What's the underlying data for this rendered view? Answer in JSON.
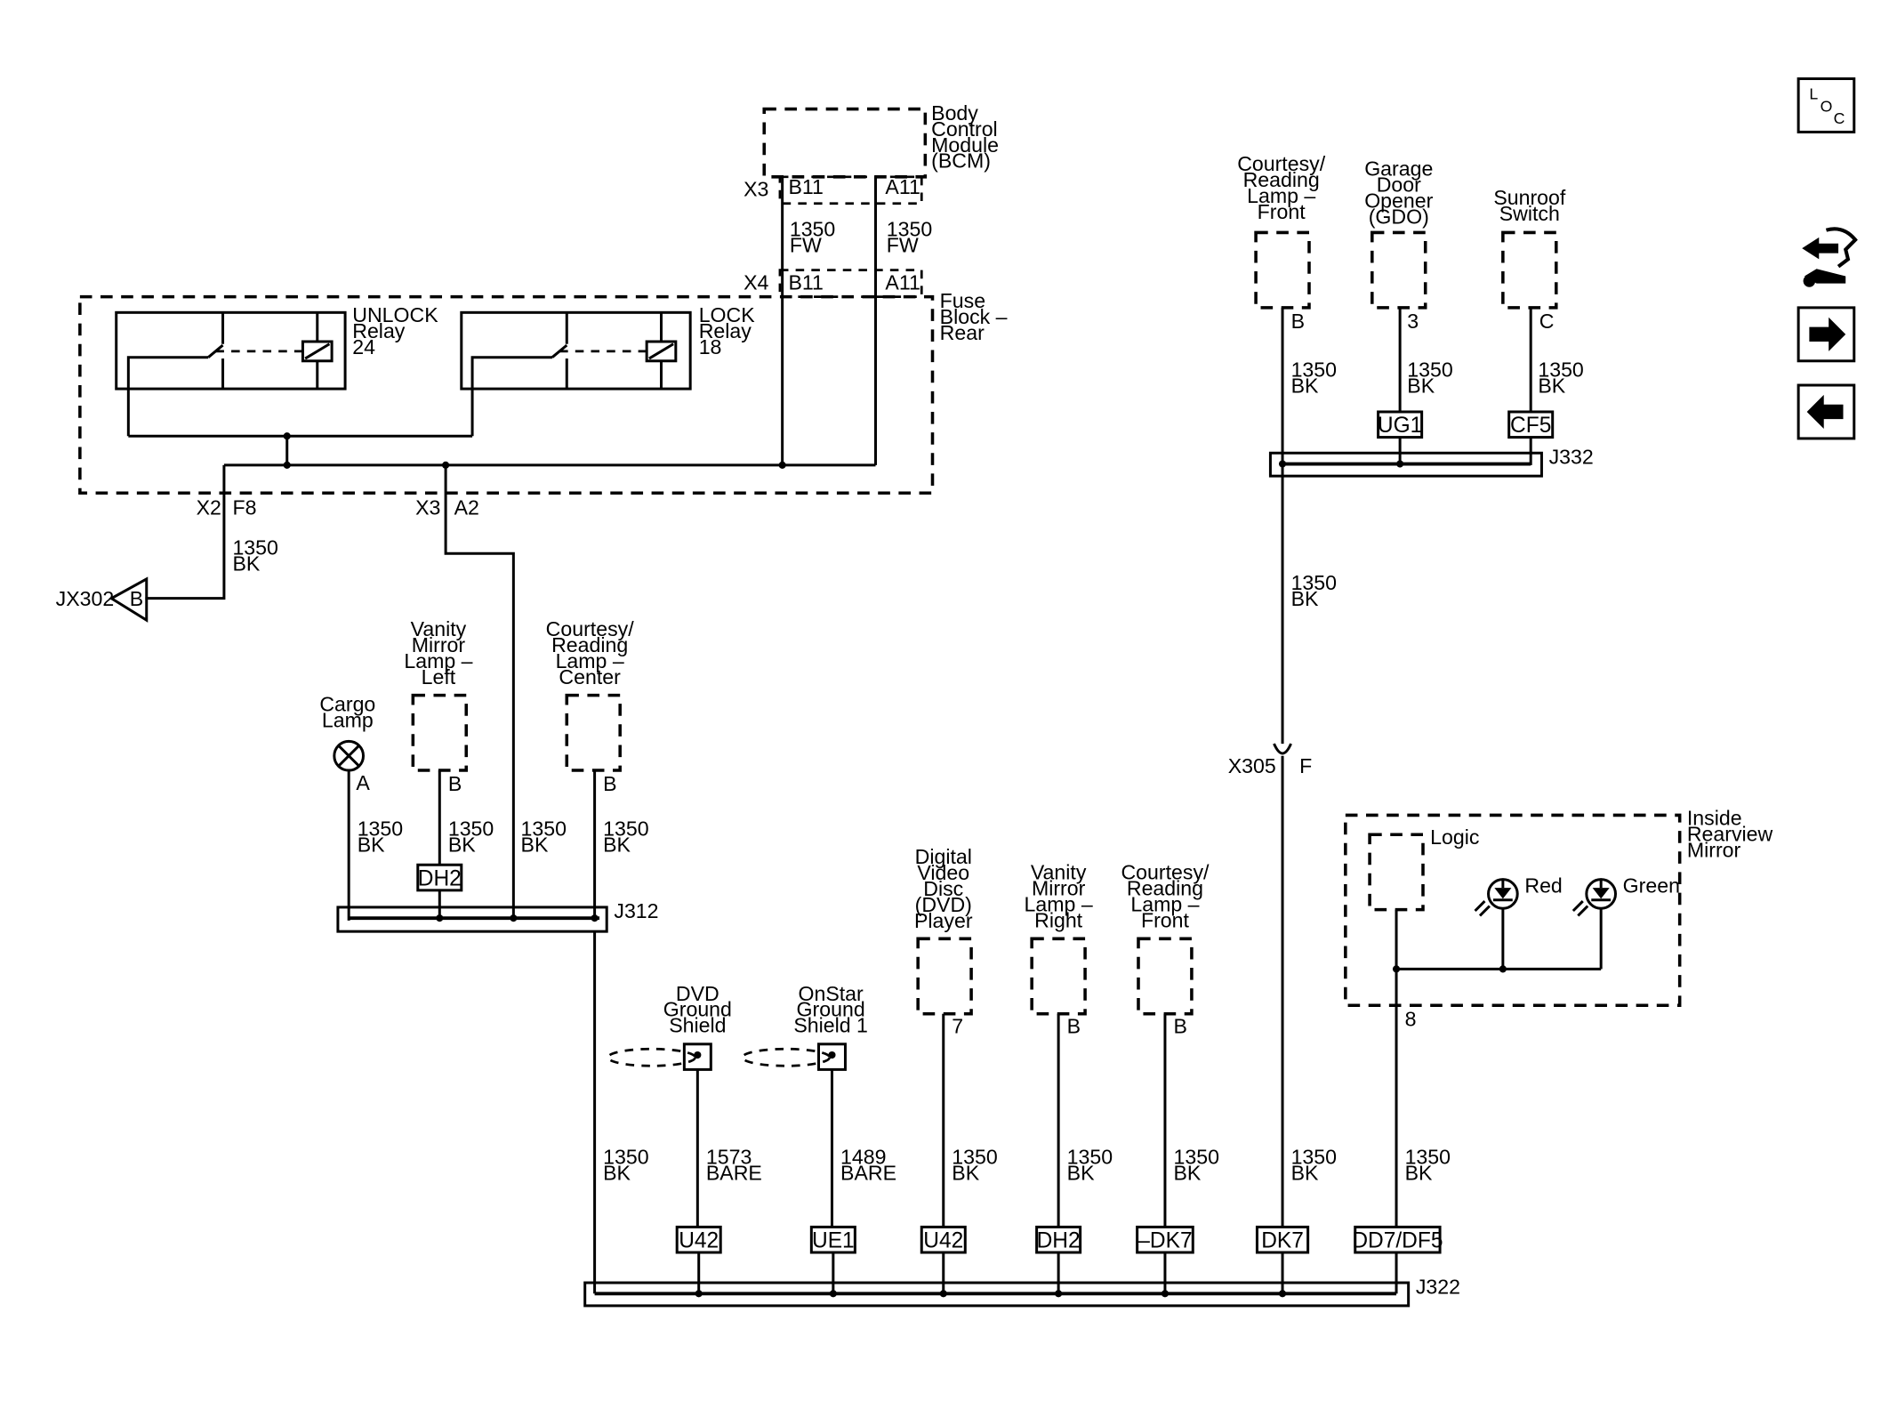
{
  "modules": {
    "bcm": "Body\nControl\nModule\n(BCM)",
    "fuse_block": "Fuse\nBlock –\nRear",
    "unlock_relay": "UNLOCK\nRelay\n24",
    "lock_relay": "LOCK\nRelay\n18",
    "courtesy_front_top": "Courtesy/\nReading\nLamp –\nFront",
    "gdo": "Garage\nDoor\nOpener\n(GDO)",
    "sunroof": "Sunroof\nSwitch",
    "vanity_left": "Vanity\nMirror\nLamp –\nLeft",
    "courtesy_center": "Courtesy/\nReading\nLamp –\nCenter",
    "cargo": "Cargo\nLamp",
    "dvd_player": "Digital\nVideo\nDisc\n(DVD)\nPlayer",
    "vanity_right": "Vanity\nMirror\nLamp –\nRight",
    "courtesy_front_bottom": "Courtesy/\nReading\nLamp –\nFront",
    "dvd_ground": "DVD\nGround\nShield",
    "onstar_ground": "OnStar\nGround\nShield 1",
    "inside_mirror": "Inside\nRearview\nMirror",
    "logic": "Logic",
    "red": "Red",
    "green": "Green"
  },
  "connectors": {
    "x3_top": "X3",
    "b11_top": "B11",
    "a11_top": "A11",
    "x4": "X4",
    "b11_x4": "B11",
    "a11_x4": "A11",
    "x2": "X2",
    "f8": "F8",
    "x3_bottom": "X3",
    "a2": "A2",
    "jx302": "JX302",
    "jx302_pin": "B",
    "j332": "J332",
    "j312": "J312",
    "j322": "J322",
    "x305": "X305",
    "x305_pin": "F",
    "pin_b_front": "B",
    "pin_3_gdo": "3",
    "pin_c_sunroof": "C",
    "pin_a_cargo": "A",
    "pin_b_vanity_left": "B",
    "pin_b_center": "B",
    "pin_7_dvd": "7",
    "pin_b_vanity_right": "B",
    "pin_b_front_bottom": "B",
    "pin_8_mirror": "8"
  },
  "wires": {
    "fw_left": "1350\nFW",
    "fw_right": "1350\nFW",
    "bk_x2": "1350\nBK",
    "bk_front_top": "1350\nBK",
    "bk_gdo": "1350\nBK",
    "bk_sunroof": "1350\nBK",
    "bk_j332_down": "1350\nBK",
    "bk_cargo": "1350\nBK",
    "bk_vanity_left": "1350\nBK",
    "bk_x3": "1350\nBK",
    "bk_center": "1350\nBK",
    "bk_j312_down": "1350\nBK",
    "bare_dvd": "1573\nBARE",
    "bare_onstar": "1489\nBARE",
    "bk_dvd_player": "1350\nBK",
    "bk_vanity_right": "1350\nBK",
    "bk_front_bottom": "1350\nBK",
    "bk_x305_down": "1350\nBK",
    "bk_mirror": "1350\nBK"
  },
  "badges": {
    "ug1": "UG1",
    "cf5": "CF5",
    "dh2_top": "DH2",
    "u42_a": "U42",
    "ue1": "UE1",
    "u42_b": "U42",
    "dh2_b": "DH2",
    "dk7_neg": "–DK7",
    "dk7": "DK7",
    "dd7_df5": "DD7/DF5"
  },
  "nav": {
    "loc_l": "L",
    "loc_o": "O",
    "loc_c": "C",
    "icons": [
      "locator-icon",
      "connector-tool-icon",
      "next-arrow-icon",
      "previous-arrow-icon"
    ]
  }
}
